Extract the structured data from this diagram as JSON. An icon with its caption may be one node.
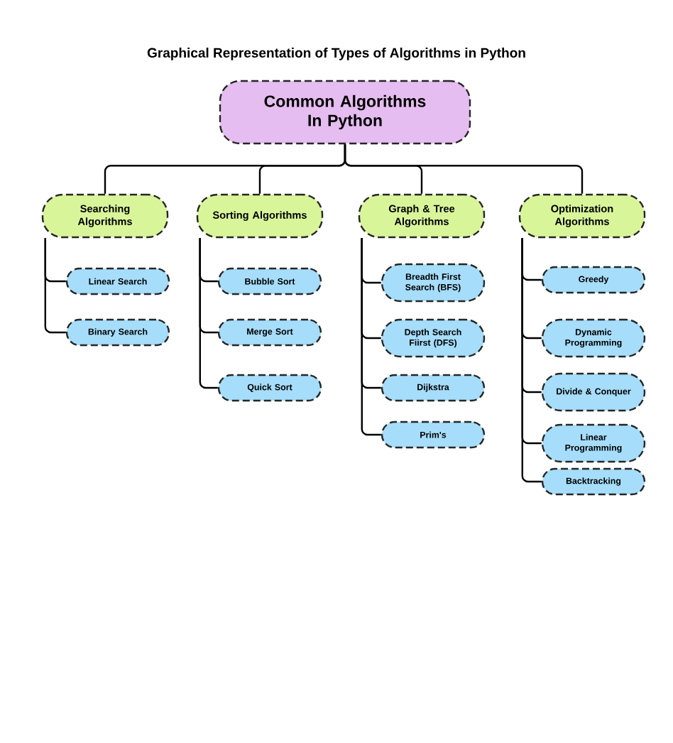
{
  "diagram": {
    "title": "Graphical Representation of Types of Algorithms in Python",
    "nodes": [
      {
        "text": [
          "Common Algorithms In Python"
        ]
      },
      {
        "text": [
          "Searching Algorithms"
        ]
      },
      {
        "text": [
          "Sorting Algorithms"
        ]
      },
      {
        "text": [
          "Graph & Tree Algorithms"
        ]
      },
      {
        "text": [
          "Optimization Algorithms"
        ]
      },
      {
        "text": [
          "Linear Search"
        ]
      },
      {
        "text": [
          "Binary Search"
        ]
      },
      {
        "text": [
          "Bubble Sort"
        ]
      },
      {
        "text": [
          "Merge Sort"
        ]
      },
      {
        "text": [
          "Quick Sort"
        ]
      },
      {
        "text": [
          "Breadth First Search (BFS)"
        ]
      },
      {
        "text": [
          "Depth Search Fiirst (DFS)"
        ]
      },
      {
        "text": [
          "Dijkstra"
        ]
      },
      {
        "text": [
          "Prim's"
        ]
      },
      {
        "text": [
          "Greedy"
        ]
      },
      {
        "text": [
          "Dynamic Programming"
        ]
      },
      {
        "text": [
          "Divide & Conquer"
        ]
      },
      {
        "text": [
          "Linear Programming"
        ]
      },
      {
        "text": [
          "Backtracking"
        ]
      }
    ],
    "edges": [
      {
        "from": 0,
        "to": 1,
        "arrow": "none"
      },
      {
        "from": 0,
        "to": 2,
        "arrow": "none"
      },
      {
        "from": 0,
        "to": 3,
        "arrow": "none"
      },
      {
        "from": 0,
        "to": 4,
        "arrow": "none"
      },
      {
        "from": 1,
        "to": 5,
        "arrow": "none"
      },
      {
        "from": 1,
        "to": 6,
        "arrow": "none"
      },
      {
        "from": 2,
        "to": 7,
        "arrow": "none"
      },
      {
        "from": 2,
        "to": 8,
        "arrow": "none"
      },
      {
        "from": 2,
        "to": 9,
        "arrow": "none"
      },
      {
        "from": 3,
        "to": 10,
        "arrow": "none"
      },
      {
        "from": 3,
        "to": 11,
        "arrow": "none"
      },
      {
        "from": 3,
        "to": 12,
        "arrow": "none"
      },
      {
        "from": 3,
        "to": 13,
        "arrow": "none"
      },
      {
        "from": 4,
        "to": 14,
        "arrow": "none"
      },
      {
        "from": 4,
        "to": 15,
        "arrow": "none"
      },
      {
        "from": 4,
        "to": 16,
        "arrow": "none"
      },
      {
        "from": 4,
        "to": 17,
        "arrow": "none"
      },
      {
        "from": 4,
        "to": 18,
        "arrow": "none"
      }
    ]
  }
}
